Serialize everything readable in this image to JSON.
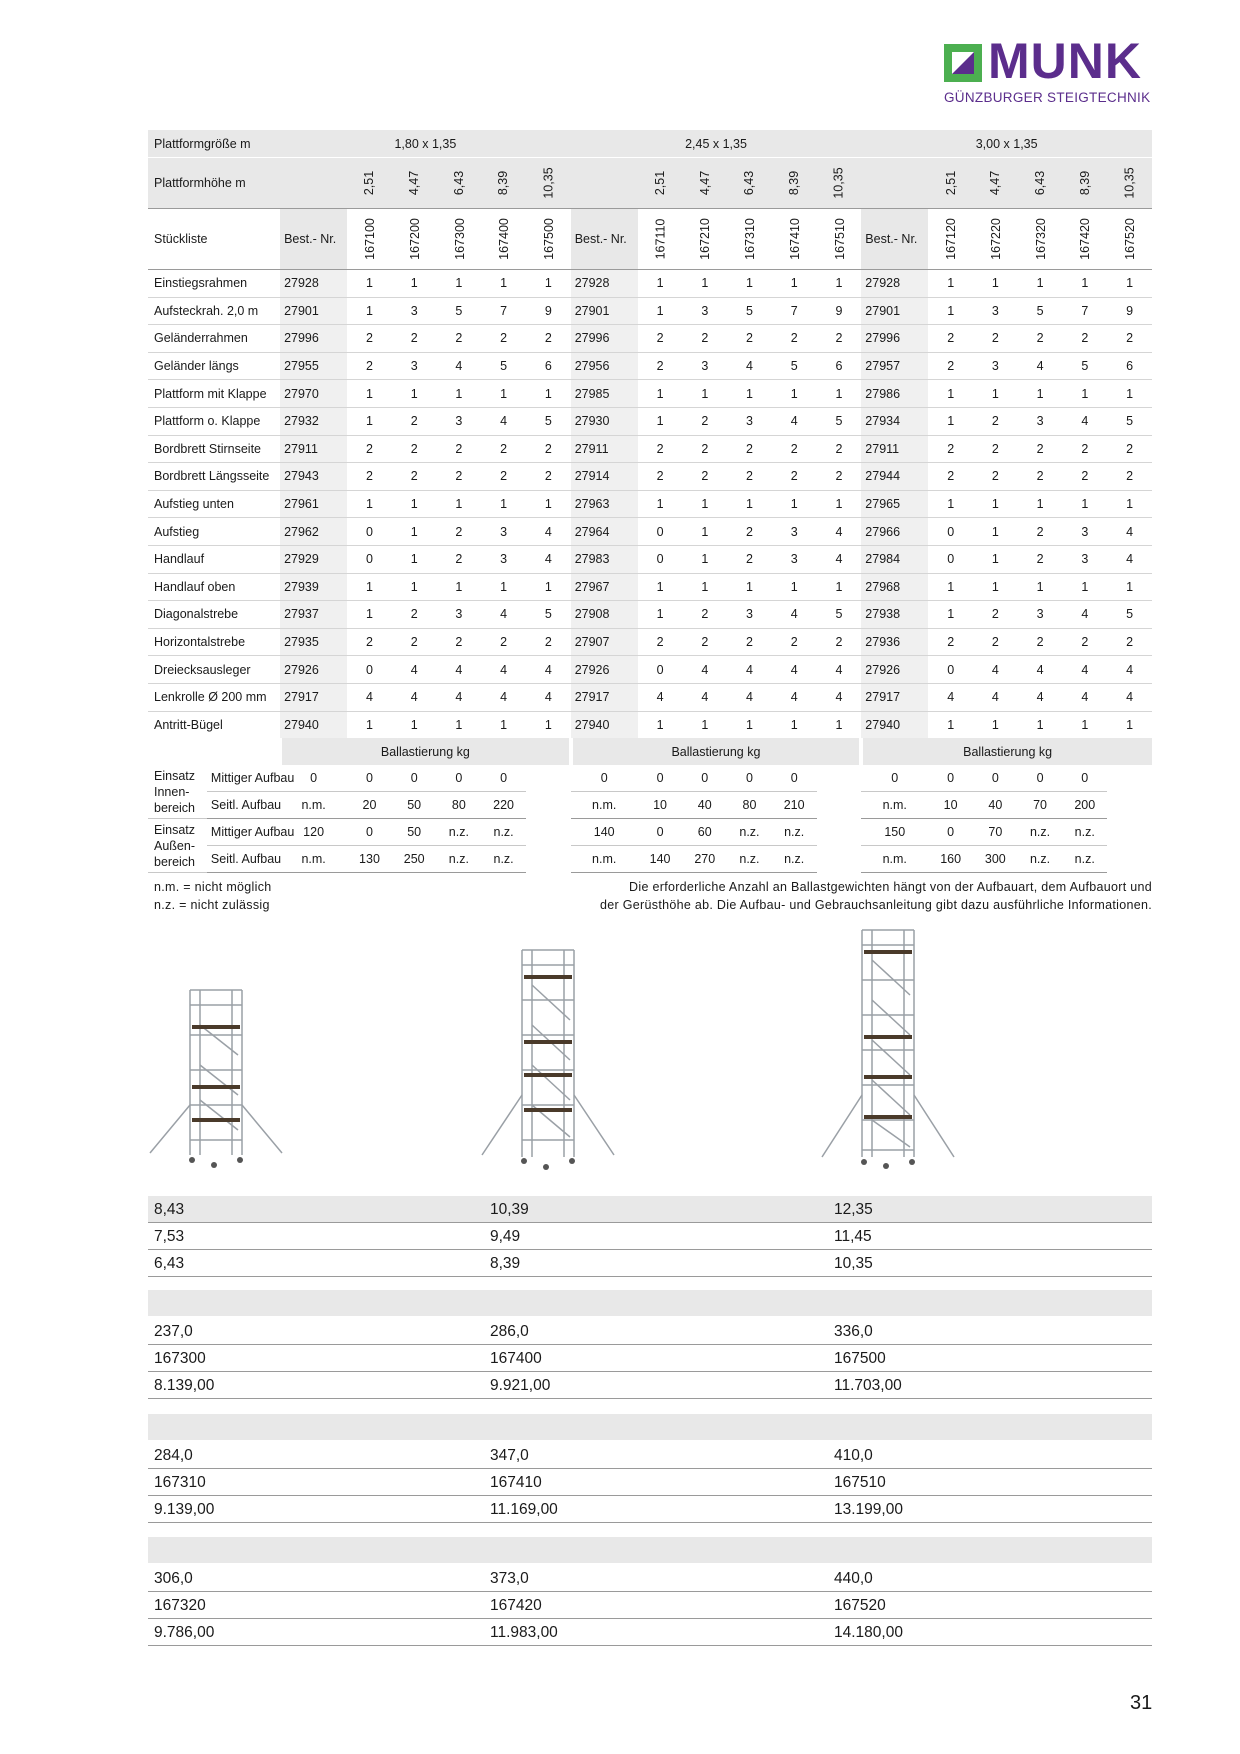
{
  "logo": {
    "brand": "MUNK",
    "subtitle": "GÜNZBURGER STEIGTECHNIK",
    "brand_color": "#5b2d8c",
    "mark_color": "#4caf50"
  },
  "header": {
    "platform_size_label": "Plattformgröße m",
    "platform_height_label": "Plattformhöhe m",
    "stueckliste_label": "Stückliste",
    "best_nr_label": "Best.- Nr.",
    "groups": [
      {
        "size": "1,80 x 1,35",
        "heights": [
          "2,51",
          "4,47",
          "6,43",
          "8,39",
          "10,35"
        ],
        "article_numbers": [
          "167100",
          "167200",
          "167300",
          "167400",
          "167500"
        ]
      },
      {
        "size": "2,45 x 1,35",
        "heights": [
          "2,51",
          "4,47",
          "6,43",
          "8,39",
          "10,35"
        ],
        "article_numbers": [
          "167110",
          "167210",
          "167310",
          "167410",
          "167510"
        ]
      },
      {
        "size": "3,00 x 1,35",
        "heights": [
          "2,51",
          "4,47",
          "6,43",
          "8,39",
          "10,35"
        ],
        "article_numbers": [
          "167120",
          "167220",
          "167320",
          "167420",
          "167520"
        ]
      }
    ]
  },
  "parts": [
    {
      "name": "Einstiegsrahmen",
      "g1": {
        "best": "27928",
        "q": [
          "1",
          "1",
          "1",
          "1",
          "1"
        ]
      },
      "g2": {
        "best": "27928",
        "q": [
          "1",
          "1",
          "1",
          "1",
          "1"
        ]
      },
      "g3": {
        "best": "27928",
        "q": [
          "1",
          "1",
          "1",
          "1",
          "1"
        ]
      }
    },
    {
      "name": "Aufsteckrah. 2,0 m",
      "g1": {
        "best": "27901",
        "q": [
          "1",
          "3",
          "5",
          "7",
          "9"
        ]
      },
      "g2": {
        "best": "27901",
        "q": [
          "1",
          "3",
          "5",
          "7",
          "9"
        ]
      },
      "g3": {
        "best": "27901",
        "q": [
          "1",
          "3",
          "5",
          "7",
          "9"
        ]
      }
    },
    {
      "name": "Geländerrahmen",
      "g1": {
        "best": "27996",
        "q": [
          "2",
          "2",
          "2",
          "2",
          "2"
        ]
      },
      "g2": {
        "best": "27996",
        "q": [
          "2",
          "2",
          "2",
          "2",
          "2"
        ]
      },
      "g3": {
        "best": "27996",
        "q": [
          "2",
          "2",
          "2",
          "2",
          "2"
        ]
      }
    },
    {
      "name": "Geländer längs",
      "g1": {
        "best": "27955",
        "q": [
          "2",
          "3",
          "4",
          "5",
          "6"
        ]
      },
      "g2": {
        "best": "27956",
        "q": [
          "2",
          "3",
          "4",
          "5",
          "6"
        ]
      },
      "g3": {
        "best": "27957",
        "q": [
          "2",
          "3",
          "4",
          "5",
          "6"
        ]
      }
    },
    {
      "name": "Plattform mit Klappe",
      "g1": {
        "best": "27970",
        "q": [
          "1",
          "1",
          "1",
          "1",
          "1"
        ]
      },
      "g2": {
        "best": "27985",
        "q": [
          "1",
          "1",
          "1",
          "1",
          "1"
        ]
      },
      "g3": {
        "best": "27986",
        "q": [
          "1",
          "1",
          "1",
          "1",
          "1"
        ]
      }
    },
    {
      "name": "Plattform o. Klappe",
      "g1": {
        "best": "27932",
        "q": [
          "1",
          "2",
          "3",
          "4",
          "5"
        ]
      },
      "g2": {
        "best": "27930",
        "q": [
          "1",
          "2",
          "3",
          "4",
          "5"
        ]
      },
      "g3": {
        "best": "27934",
        "q": [
          "1",
          "2",
          "3",
          "4",
          "5"
        ]
      }
    },
    {
      "name": "Bordbrett Stirnseite",
      "g1": {
        "best": "27911",
        "q": [
          "2",
          "2",
          "2",
          "2",
          "2"
        ]
      },
      "g2": {
        "best": "27911",
        "q": [
          "2",
          "2",
          "2",
          "2",
          "2"
        ]
      },
      "g3": {
        "best": "27911",
        "q": [
          "2",
          "2",
          "2",
          "2",
          "2"
        ]
      }
    },
    {
      "name": "Bordbrett Längsseite",
      "g1": {
        "best": "27943",
        "q": [
          "2",
          "2",
          "2",
          "2",
          "2"
        ]
      },
      "g2": {
        "best": "27914",
        "q": [
          "2",
          "2",
          "2",
          "2",
          "2"
        ]
      },
      "g3": {
        "best": "27944",
        "q": [
          "2",
          "2",
          "2",
          "2",
          "2"
        ]
      }
    },
    {
      "name": "Aufstieg unten",
      "g1": {
        "best": "27961",
        "q": [
          "1",
          "1",
          "1",
          "1",
          "1"
        ]
      },
      "g2": {
        "best": "27963",
        "q": [
          "1",
          "1",
          "1",
          "1",
          "1"
        ]
      },
      "g3": {
        "best": "27965",
        "q": [
          "1",
          "1",
          "1",
          "1",
          "1"
        ]
      }
    },
    {
      "name": "Aufstieg",
      "g1": {
        "best": "27962",
        "q": [
          "0",
          "1",
          "2",
          "3",
          "4"
        ]
      },
      "g2": {
        "best": "27964",
        "q": [
          "0",
          "1",
          "2",
          "3",
          "4"
        ]
      },
      "g3": {
        "best": "27966",
        "q": [
          "0",
          "1",
          "2",
          "3",
          "4"
        ]
      }
    },
    {
      "name": "Handlauf",
      "g1": {
        "best": "27929",
        "q": [
          "0",
          "1",
          "2",
          "3",
          "4"
        ]
      },
      "g2": {
        "best": "27983",
        "q": [
          "0",
          "1",
          "2",
          "3",
          "4"
        ]
      },
      "g3": {
        "best": "27984",
        "q": [
          "0",
          "1",
          "2",
          "3",
          "4"
        ]
      }
    },
    {
      "name": "Handlauf oben",
      "g1": {
        "best": "27939",
        "q": [
          "1",
          "1",
          "1",
          "1",
          "1"
        ]
      },
      "g2": {
        "best": "27967",
        "q": [
          "1",
          "1",
          "1",
          "1",
          "1"
        ]
      },
      "g3": {
        "best": "27968",
        "q": [
          "1",
          "1",
          "1",
          "1",
          "1"
        ]
      }
    },
    {
      "name": "Diagonalstrebe",
      "g1": {
        "best": "27937",
        "q": [
          "1",
          "2",
          "3",
          "4",
          "5"
        ]
      },
      "g2": {
        "best": "27908",
        "q": [
          "1",
          "2",
          "3",
          "4",
          "5"
        ]
      },
      "g3": {
        "best": "27938",
        "q": [
          "1",
          "2",
          "3",
          "4",
          "5"
        ]
      }
    },
    {
      "name": "Horizontalstrebe",
      "g1": {
        "best": "27935",
        "q": [
          "2",
          "2",
          "2",
          "2",
          "2"
        ]
      },
      "g2": {
        "best": "27907",
        "q": [
          "2",
          "2",
          "2",
          "2",
          "2"
        ]
      },
      "g3": {
        "best": "27936",
        "q": [
          "2",
          "2",
          "2",
          "2",
          "2"
        ]
      }
    },
    {
      "name": "Dreiecksausleger",
      "g1": {
        "best": "27926",
        "q": [
          "0",
          "4",
          "4",
          "4",
          "4"
        ]
      },
      "g2": {
        "best": "27926",
        "q": [
          "0",
          "4",
          "4",
          "4",
          "4"
        ]
      },
      "g3": {
        "best": "27926",
        "q": [
          "0",
          "4",
          "4",
          "4",
          "4"
        ]
      }
    },
    {
      "name": "Lenkrolle Ø 200 mm",
      "g1": {
        "best": "27917",
        "q": [
          "4",
          "4",
          "4",
          "4",
          "4"
        ]
      },
      "g2": {
        "best": "27917",
        "q": [
          "4",
          "4",
          "4",
          "4",
          "4"
        ]
      },
      "g3": {
        "best": "27917",
        "q": [
          "4",
          "4",
          "4",
          "4",
          "4"
        ]
      }
    },
    {
      "name": "Antritt-Bügel",
      "g1": {
        "best": "27940",
        "q": [
          "1",
          "1",
          "1",
          "1",
          "1"
        ]
      },
      "g2": {
        "best": "27940",
        "q": [
          "1",
          "1",
          "1",
          "1",
          "1"
        ]
      },
      "g3": {
        "best": "27940",
        "q": [
          "1",
          "1",
          "1",
          "1",
          "1"
        ]
      }
    }
  ],
  "ballast": {
    "header": "Ballastierung kg",
    "rows": [
      {
        "einsatz": "Einsatz Innen- bereich",
        "aufbau": "Mittiger Aufbau",
        "g1": [
          "0",
          "0",
          "0",
          "0",
          "0"
        ],
        "g2": [
          "0",
          "0",
          "0",
          "0",
          "0"
        ],
        "g3": [
          "0",
          "0",
          "0",
          "0",
          "0"
        ]
      },
      {
        "einsatz": "",
        "aufbau": "Seitl. Aufbau",
        "g1": [
          "n.m.",
          "20",
          "50",
          "80",
          "220"
        ],
        "g2": [
          "n.m.",
          "10",
          "40",
          "80",
          "210"
        ],
        "g3": [
          "n.m.",
          "10",
          "40",
          "70",
          "200"
        ]
      },
      {
        "einsatz": "Einsatz Außen- bereich",
        "aufbau": "Mittiger Aufbau",
        "g1": [
          "120",
          "0",
          "50",
          "n.z.",
          "n.z."
        ],
        "g2": [
          "140",
          "0",
          "60",
          "n.z.",
          "n.z."
        ],
        "g3": [
          "150",
          "0",
          "70",
          "n.z.",
          "n.z."
        ]
      },
      {
        "einsatz": "",
        "aufbau": "Seitl. Aufbau",
        "g1": [
          "n.m.",
          "130",
          "250",
          "n.z.",
          "n.z."
        ],
        "g2": [
          "n.m.",
          "140",
          "270",
          "n.z.",
          "n.z."
        ],
        "g3": [
          "n.m.",
          "160",
          "300",
          "n.z.",
          "n.z."
        ]
      }
    ]
  },
  "notes": {
    "nm": "n.m. = nicht möglich",
    "nz": "n.z. = nicht zulässig",
    "info_line1": "Die erforderliche Anzahl an Ballastgewichten hängt von der Aufbauart, dem Aufbauort und",
    "info_line2": "der Gerüsthöhe ab. Die Aufbau- und Gebrauchsanleitung gibt dazu ausführliche Informationen."
  },
  "summary": {
    "heights": [
      [
        "8,43",
        "10,39",
        "12,35"
      ],
      [
        "7,53",
        "9,49",
        "11,45"
      ],
      [
        "6,43",
        "8,39",
        "10,35"
      ]
    ],
    "blocks": [
      [
        [
          "237,0",
          "286,0",
          "336,0"
        ],
        [
          "167300",
          "167400",
          "167500"
        ],
        [
          "8.139,00",
          "9.921,00",
          "11.703,00"
        ]
      ],
      [
        [
          "284,0",
          "347,0",
          "410,0"
        ],
        [
          "167310",
          "167410",
          "167510"
        ],
        [
          "9.139,00",
          "11.169,00",
          "13.199,00"
        ]
      ],
      [
        [
          "306,0",
          "373,0",
          "440,0"
        ],
        [
          "167320",
          "167420",
          "167520"
        ],
        [
          "9.786,00",
          "11.983,00",
          "14.180,00"
        ]
      ]
    ]
  },
  "page_number": "31"
}
